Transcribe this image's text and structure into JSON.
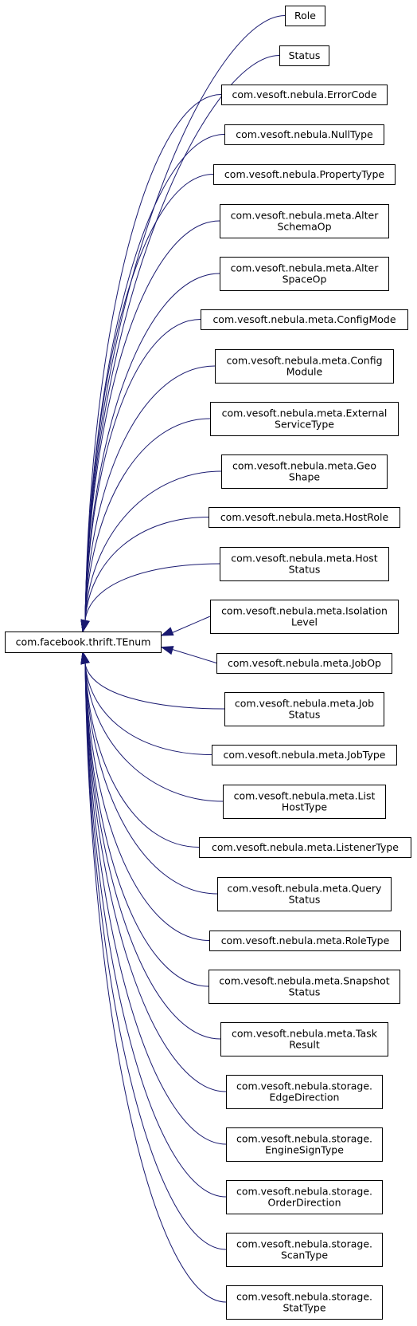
{
  "diagram": {
    "base": {
      "id": "tenum",
      "lines": [
        "com.facebook.thrift.TEnum"
      ]
    },
    "classes": [
      {
        "id": "role",
        "lines": [
          "Role"
        ]
      },
      {
        "id": "status",
        "lines": [
          "Status"
        ]
      },
      {
        "id": "errorcode",
        "lines": [
          "com.vesoft.nebula.ErrorCode"
        ]
      },
      {
        "id": "nulltype",
        "lines": [
          "com.vesoft.nebula.NullType"
        ]
      },
      {
        "id": "propertytype",
        "lines": [
          "com.vesoft.nebula.PropertyType"
        ]
      },
      {
        "id": "alterschemaop",
        "lines": [
          "com.vesoft.nebula.meta.Alter",
          "SchemaOp"
        ]
      },
      {
        "id": "alterspaceop",
        "lines": [
          "com.vesoft.nebula.meta.Alter",
          "SpaceOp"
        ]
      },
      {
        "id": "configmode",
        "lines": [
          "com.vesoft.nebula.meta.ConfigMode"
        ]
      },
      {
        "id": "configmodule",
        "lines": [
          "com.vesoft.nebula.meta.Config",
          "Module"
        ]
      },
      {
        "id": "externalservicetype",
        "lines": [
          "com.vesoft.nebula.meta.External",
          "ServiceType"
        ]
      },
      {
        "id": "geoshape",
        "lines": [
          "com.vesoft.nebula.meta.Geo",
          "Shape"
        ]
      },
      {
        "id": "hostrole",
        "lines": [
          "com.vesoft.nebula.meta.HostRole"
        ]
      },
      {
        "id": "hoststatus",
        "lines": [
          "com.vesoft.nebula.meta.Host",
          "Status"
        ]
      },
      {
        "id": "isolationlevel",
        "lines": [
          "com.vesoft.nebula.meta.Isolation",
          "Level"
        ]
      },
      {
        "id": "jobop",
        "lines": [
          "com.vesoft.nebula.meta.JobOp"
        ]
      },
      {
        "id": "jobstatus",
        "lines": [
          "com.vesoft.nebula.meta.Job",
          "Status"
        ]
      },
      {
        "id": "jobtype",
        "lines": [
          "com.vesoft.nebula.meta.JobType"
        ]
      },
      {
        "id": "listhosttype",
        "lines": [
          "com.vesoft.nebula.meta.List",
          "HostType"
        ]
      },
      {
        "id": "listenertype",
        "lines": [
          "com.vesoft.nebula.meta.ListenerType"
        ]
      },
      {
        "id": "querystatus",
        "lines": [
          "com.vesoft.nebula.meta.Query",
          "Status"
        ]
      },
      {
        "id": "roletype",
        "lines": [
          "com.vesoft.nebula.meta.RoleType"
        ]
      },
      {
        "id": "snapshotstatus",
        "lines": [
          "com.vesoft.nebula.meta.Snapshot",
          "Status"
        ]
      },
      {
        "id": "taskresult",
        "lines": [
          "com.vesoft.nebula.meta.Task",
          "Result"
        ]
      },
      {
        "id": "edgedirection",
        "lines": [
          "com.vesoft.nebula.storage.",
          "EdgeDirection"
        ]
      },
      {
        "id": "enginesigntype",
        "lines": [
          "com.vesoft.nebula.storage.",
          "EngineSignType"
        ]
      },
      {
        "id": "orderdirection",
        "lines": [
          "com.vesoft.nebula.storage.",
          "OrderDirection"
        ]
      },
      {
        "id": "scantype",
        "lines": [
          "com.vesoft.nebula.storage.",
          "ScanType"
        ]
      },
      {
        "id": "stattype",
        "lines": [
          "com.vesoft.nebula.storage.",
          "StatType"
        ]
      }
    ]
  }
}
